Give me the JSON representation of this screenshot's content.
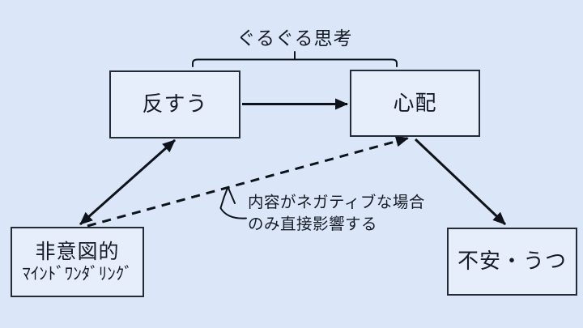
{
  "diagram": {
    "type": "flow-diagram",
    "bracket": {
      "label": "ぐるぐる思考"
    },
    "nodes": {
      "rumination": {
        "label": "反すう"
      },
      "worry": {
        "label": "心配"
      },
      "unintentional_mind_wandering": {
        "label_line1": "非意図的",
        "label_line2": "ﾏｲﾝﾄﾞﾜﾝﾀﾞﾘﾝｸﾞ"
      },
      "anxiety_depression": {
        "label": "不安・うつ"
      }
    },
    "annotation": {
      "line1": "内容がネガティブな場合",
      "line2": "のみ直接影響する"
    },
    "edges": [
      {
        "from": "rumination",
        "to": "worry",
        "style": "solid",
        "arrowheads": "end"
      },
      {
        "from": "unintentional_mind_wandering",
        "to": "rumination",
        "style": "solid",
        "arrowheads": "both"
      },
      {
        "from": "unintentional_mind_wandering",
        "to": "worry",
        "style": "dashed",
        "arrowheads": "end",
        "note": "内容がネガティブな場合のみ直接影響する"
      },
      {
        "from": "worry",
        "to": "anxiety_depression",
        "style": "solid",
        "arrowheads": "end"
      }
    ],
    "colors": {
      "background": "#dbe7f8",
      "box_fill": "#e7eefb",
      "box_border": "#242b38",
      "line_color": "#0e131b",
      "text_color": "#161b25"
    }
  }
}
